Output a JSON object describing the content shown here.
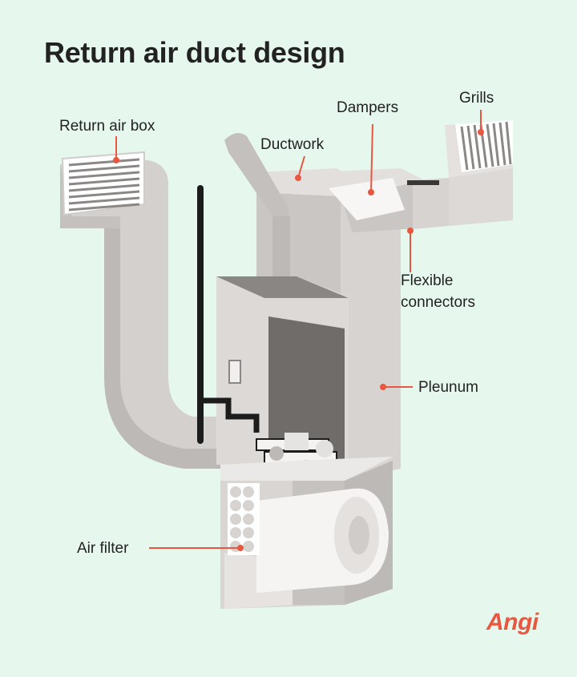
{
  "title": "Return air duct design",
  "labels": {
    "return_air_box": "Return air box",
    "ductwork": "Ductwork",
    "dampers": "Dampers",
    "grills": "Grills",
    "flexible_connectors_1": "Flexible",
    "flexible_connectors_2": "connectors",
    "pleunum": "Pleunum",
    "air_filter": "Air filter"
  },
  "brand": "Angi",
  "colors": {
    "background": "#e6f8ee",
    "duct_light": "#dcdad8",
    "duct_mid": "#c9c6c3",
    "duct_dark": "#b2aeab",
    "interior_dark": "#6f6c6a",
    "pipe": "#1c1c1c",
    "callout": "#e8573f",
    "brand": "#e8573f"
  }
}
